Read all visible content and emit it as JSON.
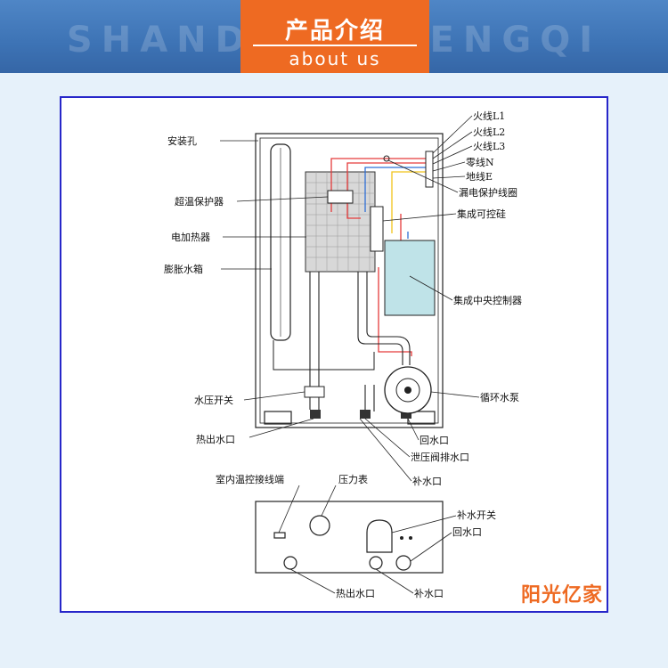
{
  "banner": {
    "watermark": "SHANDONG HENGQI",
    "title": "产品介绍",
    "subtitle": "about us"
  },
  "brand": "阳光亿家",
  "diagram": {
    "labels": {
      "mount_hole": "安装孔",
      "overheat_protector": "超温保护器",
      "heater": "电加热器",
      "expansion_tank": "膨胀水箱",
      "pressure_switch": "水压开关",
      "hot_outlet": "热出水口",
      "live_l1": "火线L1",
      "live_l2": "火线L2",
      "live_l3": "火线L3",
      "neutral_n": "零线N",
      "ground_e": "地线E",
      "leakage_coil": "漏电保护线圈",
      "thyristor": "集成可控硅",
      "controller": "集成中央控制器",
      "pump": "循环水泵",
      "return_inlet": "回水口",
      "relief_drain": "泄压阀排水口",
      "makeup_inlet": "补水口",
      "room_thermo_terminal": "室内温控接线端",
      "pressure_gauge": "压力表",
      "makeup_switch": "补水开关",
      "bottom_return": "回水口",
      "bottom_hot_outlet": "热出水口",
      "bottom_makeup": "补水口"
    }
  },
  "colors": {
    "accent": "#ee6a22",
    "banner": "#3d73b5",
    "frame": "#2626c9",
    "controller_fill": "#bfe3e8"
  }
}
